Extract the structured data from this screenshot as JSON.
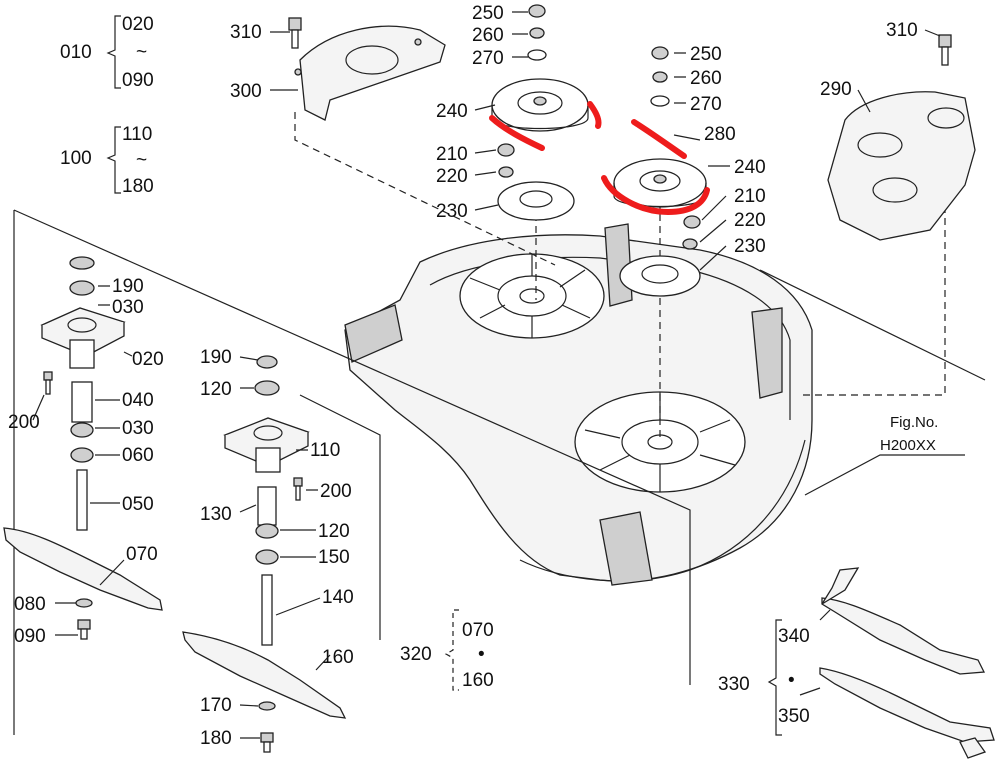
{
  "figure": {
    "fig_label": "Fig.No.",
    "fig_code": "H200XX"
  },
  "ranges": {
    "r010": {
      "id": "010",
      "from": "020",
      "tilde": "~",
      "to": "090"
    },
    "r100": {
      "id": "100",
      "from": "110",
      "tilde": "~",
      "to": "180"
    },
    "r320": {
      "id": "320",
      "from": "070",
      "dot": "•",
      "to": "160"
    },
    "r330": {
      "id": "330",
      "from": "340",
      "dot": "•",
      "to": "350"
    }
  },
  "callouts": {
    "c190a": "190",
    "c030a": "030",
    "c020": "020",
    "c040": "040",
    "c200a": "200",
    "c030b": "030",
    "c060": "060",
    "c050": "050",
    "c070": "070",
    "c080": "080",
    "c090": "090",
    "c190b": "190",
    "c120a": "120",
    "c110": "110",
    "c200b": "200",
    "c130": "130",
    "c120b": "120",
    "c150": "150",
    "c140": "140",
    "c160": "160",
    "c170": "170",
    "c180": "180",
    "c310a": "310",
    "c300": "300",
    "c250a": "250",
    "c260a": "260",
    "c270a": "270",
    "c240a": "240",
    "c210a": "210",
    "c220a": "220",
    "c230a": "230",
    "c250b": "250",
    "c260b": "260",
    "c270b": "270",
    "c280": "280",
    "c240b": "240",
    "c210b": "210",
    "c220b": "220",
    "c230b": "230",
    "c310b": "310",
    "c290": "290",
    "c340": "340",
    "c350": "350"
  },
  "colors": {
    "belt_highlight": "#ee1c1c",
    "line": "#222222"
  }
}
